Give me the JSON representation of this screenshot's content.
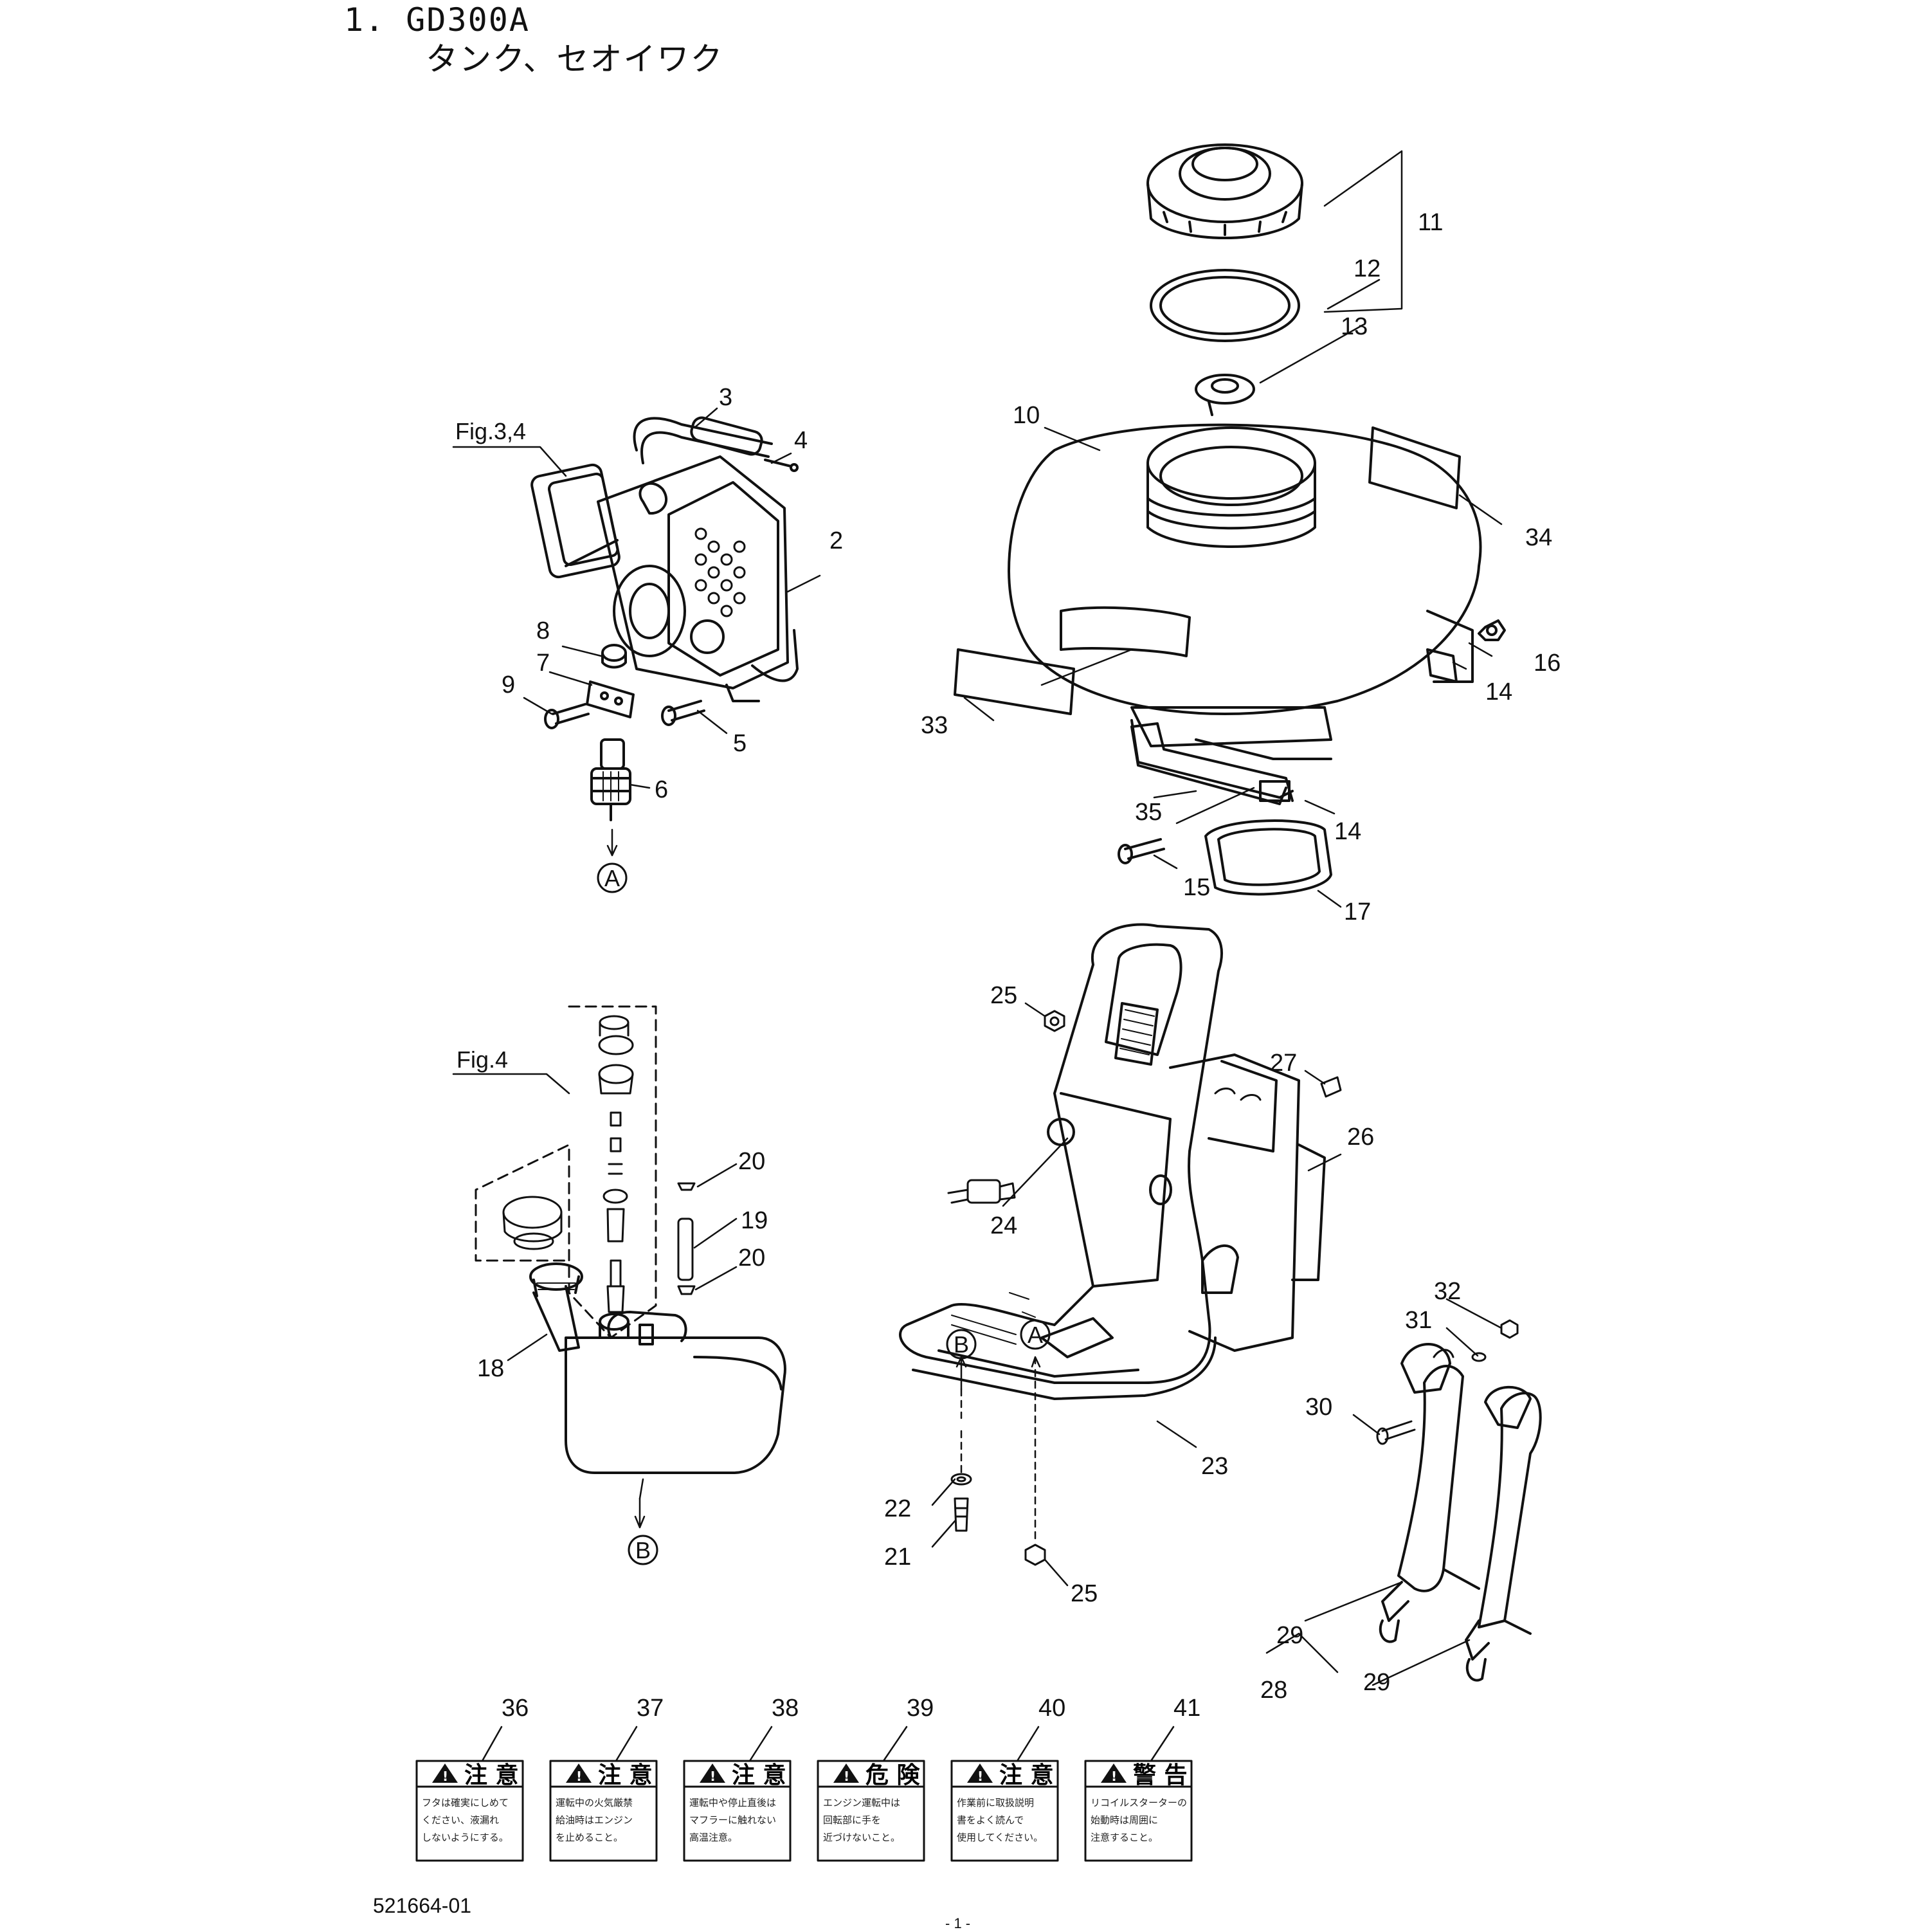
{
  "header": {
    "line1": "1. GD300A",
    "line2": "タンク、セオイワク"
  },
  "figure_refs": {
    "fig34": "Fig.3,4",
    "fig4": "Fig.4"
  },
  "connectors": {
    "a": "A",
    "b": "B"
  },
  "part_numbers": {
    "p2": "2",
    "p3": "3",
    "p4": "4",
    "p5": "5",
    "p6": "6",
    "p7": "7",
    "p8": "8",
    "p9": "9",
    "p10": "10",
    "p11": "11",
    "p12": "12",
    "p13": "13",
    "p14a": "14",
    "p14b": "14",
    "p15": "15",
    "p16": "16",
    "p17": "17",
    "p18": "18",
    "p19": "19",
    "p20a": "20",
    "p20b": "20",
    "p21": "21",
    "p22": "22",
    "p23": "23",
    "p24": "24",
    "p25a": "25",
    "p25b": "25",
    "p26": "26",
    "p27": "27",
    "p28": "28",
    "p29a": "29",
    "p29b": "29",
    "p30": "30",
    "p31": "31",
    "p32": "32",
    "p33": "33",
    "p34": "34",
    "p35": "35"
  },
  "warning_labels": [
    {
      "number": "36",
      "heading": "注 意",
      "lines": [
        "フタは確実にしめて",
        "ください、液漏れ",
        "しないようにする。"
      ]
    },
    {
      "number": "37",
      "heading": "注 意",
      "lines": [
        "運転中の火気厳禁",
        "給油時はエンジン",
        "を止めること。"
      ]
    },
    {
      "number": "38",
      "heading": "注 意",
      "lines": [
        "運転中や停止直後は",
        "マフラーに触れない",
        "高温注意。"
      ]
    },
    {
      "number": "39",
      "heading": "危 険",
      "lines": [
        "エンジン運転中は",
        "回転部に手を",
        "近づけないこと。"
      ]
    },
    {
      "number": "40",
      "heading": "注 意",
      "lines": [
        "作業前に取扱説明",
        "書をよく読んで",
        "使用してください。"
      ]
    },
    {
      "number": "41",
      "heading": "警 告",
      "lines": [
        "リコイルスターターの",
        "始動時は周囲に",
        "注意すること。"
      ]
    }
  ],
  "footer": {
    "doc_number": "521664-01",
    "page": "- 1 -"
  }
}
